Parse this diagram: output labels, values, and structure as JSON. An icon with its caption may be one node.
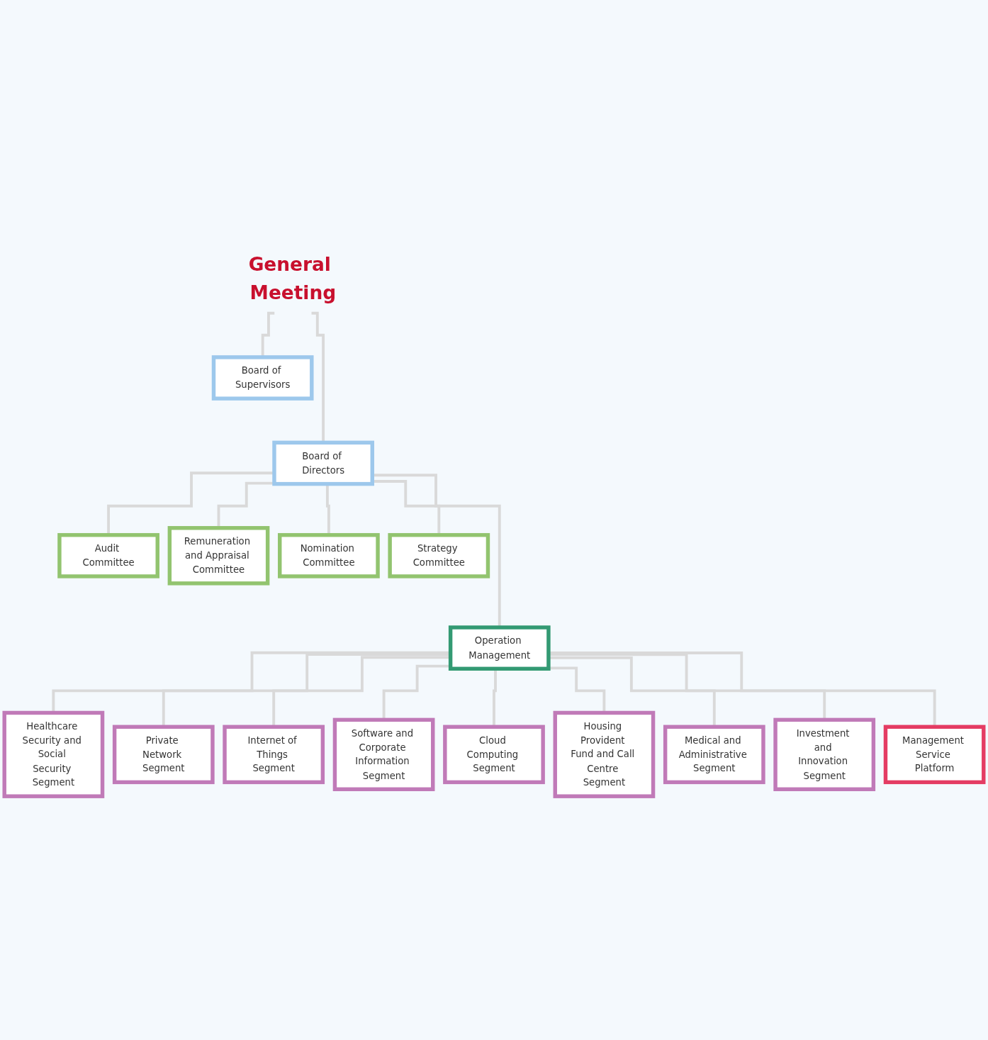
{
  "diagram": {
    "nodes": [
      {
        "text": [
          "General Meeting"
        ]
      },
      {
        "text": [
          "Board of Directors"
        ]
      },
      {
        "text": [
          "Board of Supervisors"
        ]
      },
      {
        "text": [
          "Audit Committee"
        ]
      },
      {
        "text": [
          "Remuneration and Appraisal Committee"
        ]
      },
      {
        "text": [
          "Operation Management"
        ]
      },
      {
        "text": [
          "Nomination Committee"
        ]
      },
      {
        "text": [
          "Strategy Committee"
        ]
      },
      {
        "text": [
          "Healthcare Security and Social Security Segment"
        ]
      },
      {
        "text": [
          "Private Network Segment"
        ]
      },
      {
        "text": [
          "Internet of Things Segment"
        ]
      },
      {
        "text": [
          "Software and Corporate Information Segment"
        ]
      },
      {
        "text": [
          "Cloud Computing Segment"
        ]
      },
      {
        "text": [
          "Housing Provident Fund and Call Centre Segment"
        ]
      },
      {
        "text": [
          "Medical and Administrative Segment"
        ]
      },
      {
        "text": [
          "Investment and Innovation Segment"
        ]
      },
      {
        "text": [
          "Management Service Platform"
        ]
      }
    ],
    "edges": [
      {
        "from": 0,
        "to": 1,
        "arrow": "none"
      },
      {
        "from": 0,
        "to": 2,
        "arrow": "none"
      },
      {
        "from": 1,
        "to": 3,
        "arrow": "none"
      },
      {
        "from": 1,
        "to": 4,
        "arrow": "none"
      },
      {
        "from": 1,
        "to": 5,
        "arrow": "none"
      },
      {
        "from": 1,
        "to": 6,
        "arrow": "none"
      },
      {
        "from": 1,
        "to": 7,
        "arrow": "none"
      },
      {
        "from": 5,
        "to": 8,
        "arrow": "none"
      },
      {
        "from": 5,
        "to": 9,
        "arrow": "none"
      },
      {
        "from": 5,
        "to": 10,
        "arrow": "none"
      },
      {
        "from": 5,
        "to": 11,
        "arrow": "none"
      },
      {
        "from": 5,
        "to": 12,
        "arrow": "none"
      },
      {
        "from": 5,
        "to": 13,
        "arrow": "none"
      },
      {
        "from": 5,
        "to": 14,
        "arrow": "none"
      },
      {
        "from": 5,
        "to": 15,
        "arrow": "none"
      },
      {
        "from": 5,
        "to": 16,
        "arrow": "none"
      }
    ]
  }
}
